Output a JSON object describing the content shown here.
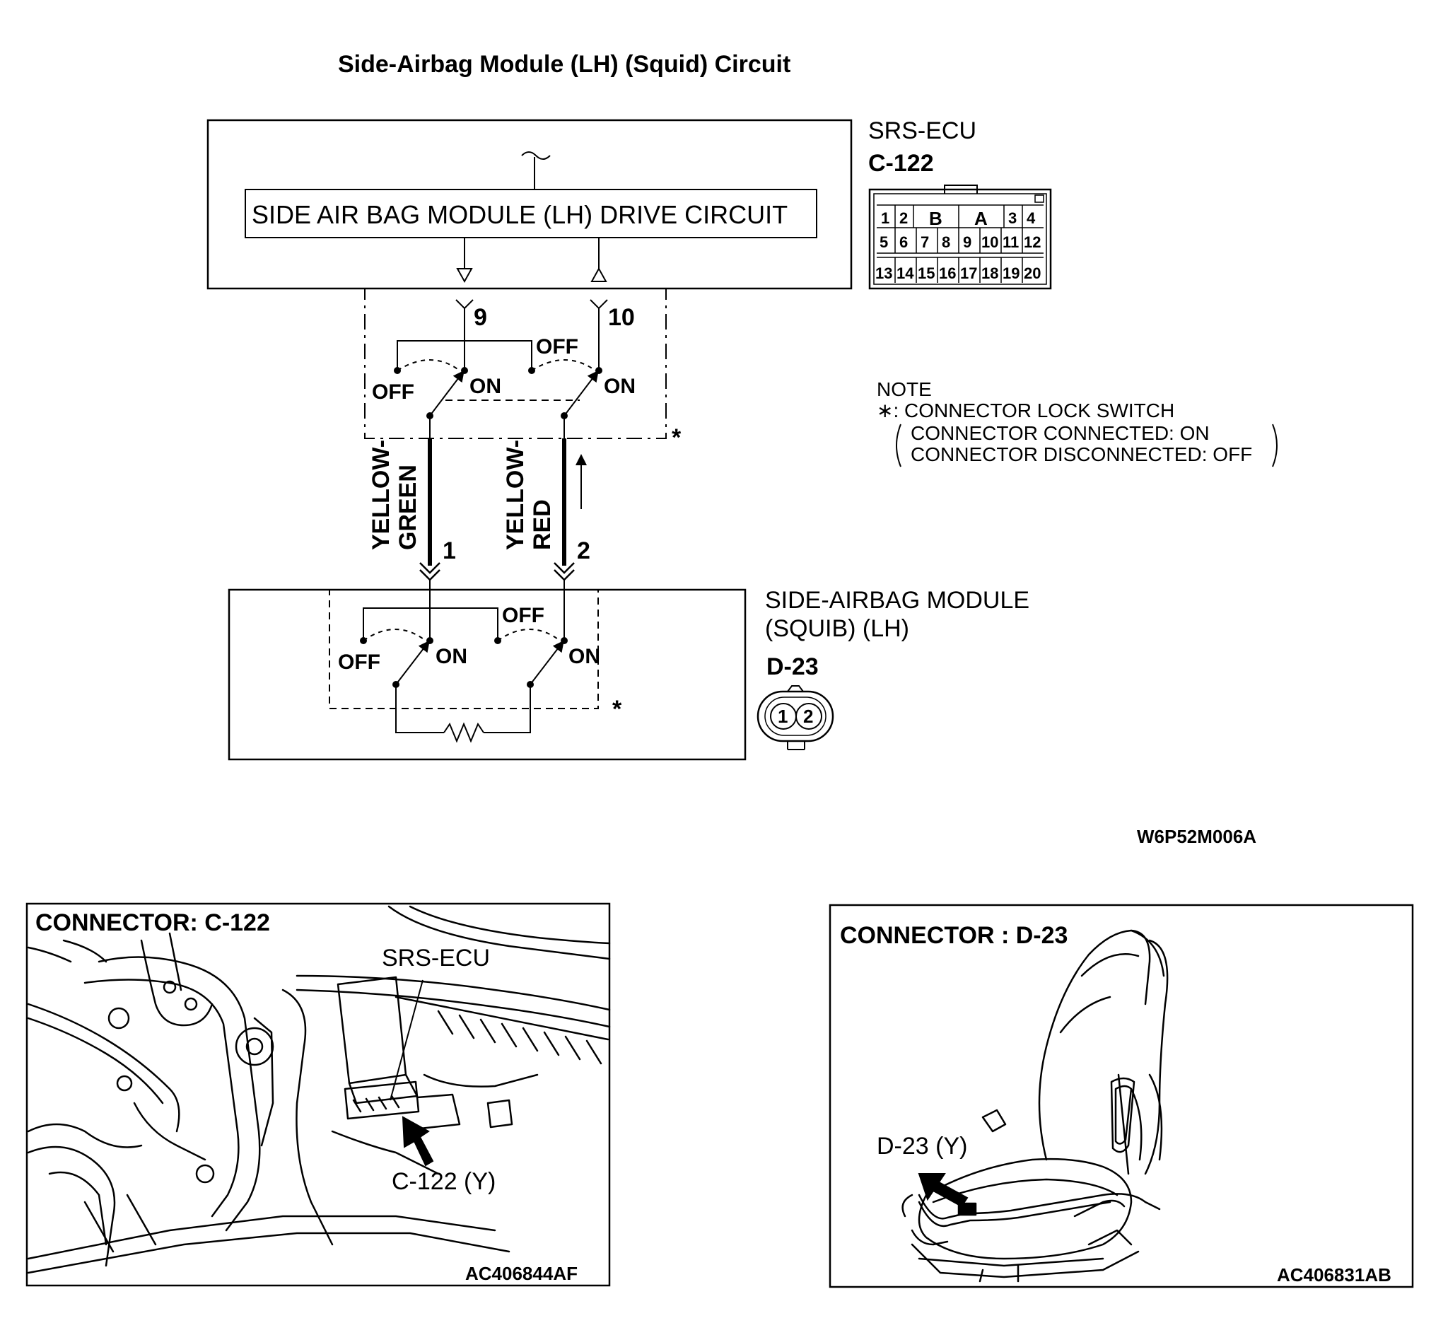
{
  "diagram": {
    "title": "Side-Airbag Module (LH) (Squid) Circuit",
    "ecu": {
      "name": "SRS-ECU",
      "connector": "C-122",
      "drive_circuit_label": "SIDE AIR BAG MODULE (LH) DRIVE CIRCUIT",
      "terminal_left": "9",
      "terminal_right": "10",
      "connector_pins_row1": [
        "1",
        "2",
        "B",
        "A",
        "3",
        "4"
      ],
      "connector_pins_row2": [
        "5",
        "6",
        "7",
        "8",
        "9",
        "10",
        "11",
        "12"
      ],
      "connector_pins_row3": [
        "13",
        "14",
        "15",
        "16",
        "17",
        "18",
        "19",
        "20"
      ]
    },
    "switch_labels": {
      "off": "OFF",
      "on": "ON",
      "asterisk": "*"
    },
    "wires": {
      "left_line1": "YELLOW-",
      "left_line2": "GREEN",
      "left_pin": "1",
      "right_line1": "YELLOW-",
      "right_line2": "RED",
      "right_pin": "2"
    },
    "module": {
      "name_line1": "SIDE-AIRBAG MODULE",
      "name_line2": "(SQUIB) (LH)",
      "connector": "D-23",
      "pin_1": "1",
      "pin_2": "2"
    },
    "note": {
      "heading": "NOTE",
      "line1": "∗: CONNECTOR LOCK SWITCH",
      "line2": "CONNECTOR CONNECTED: ON",
      "line3": "CONNECTOR DISCONNECTED: OFF"
    },
    "figure_code": "W6P52M006A"
  },
  "photo_left": {
    "title": "CONNECTOR: C-122",
    "callout_ecu": "SRS-ECU",
    "callout_connector": "C-122 (Y)",
    "figure_code": "AC406844AF"
  },
  "photo_right": {
    "title": "CONNECTOR : D-23",
    "callout_connector": "D-23 (Y)",
    "figure_code": "AC406831AB"
  }
}
